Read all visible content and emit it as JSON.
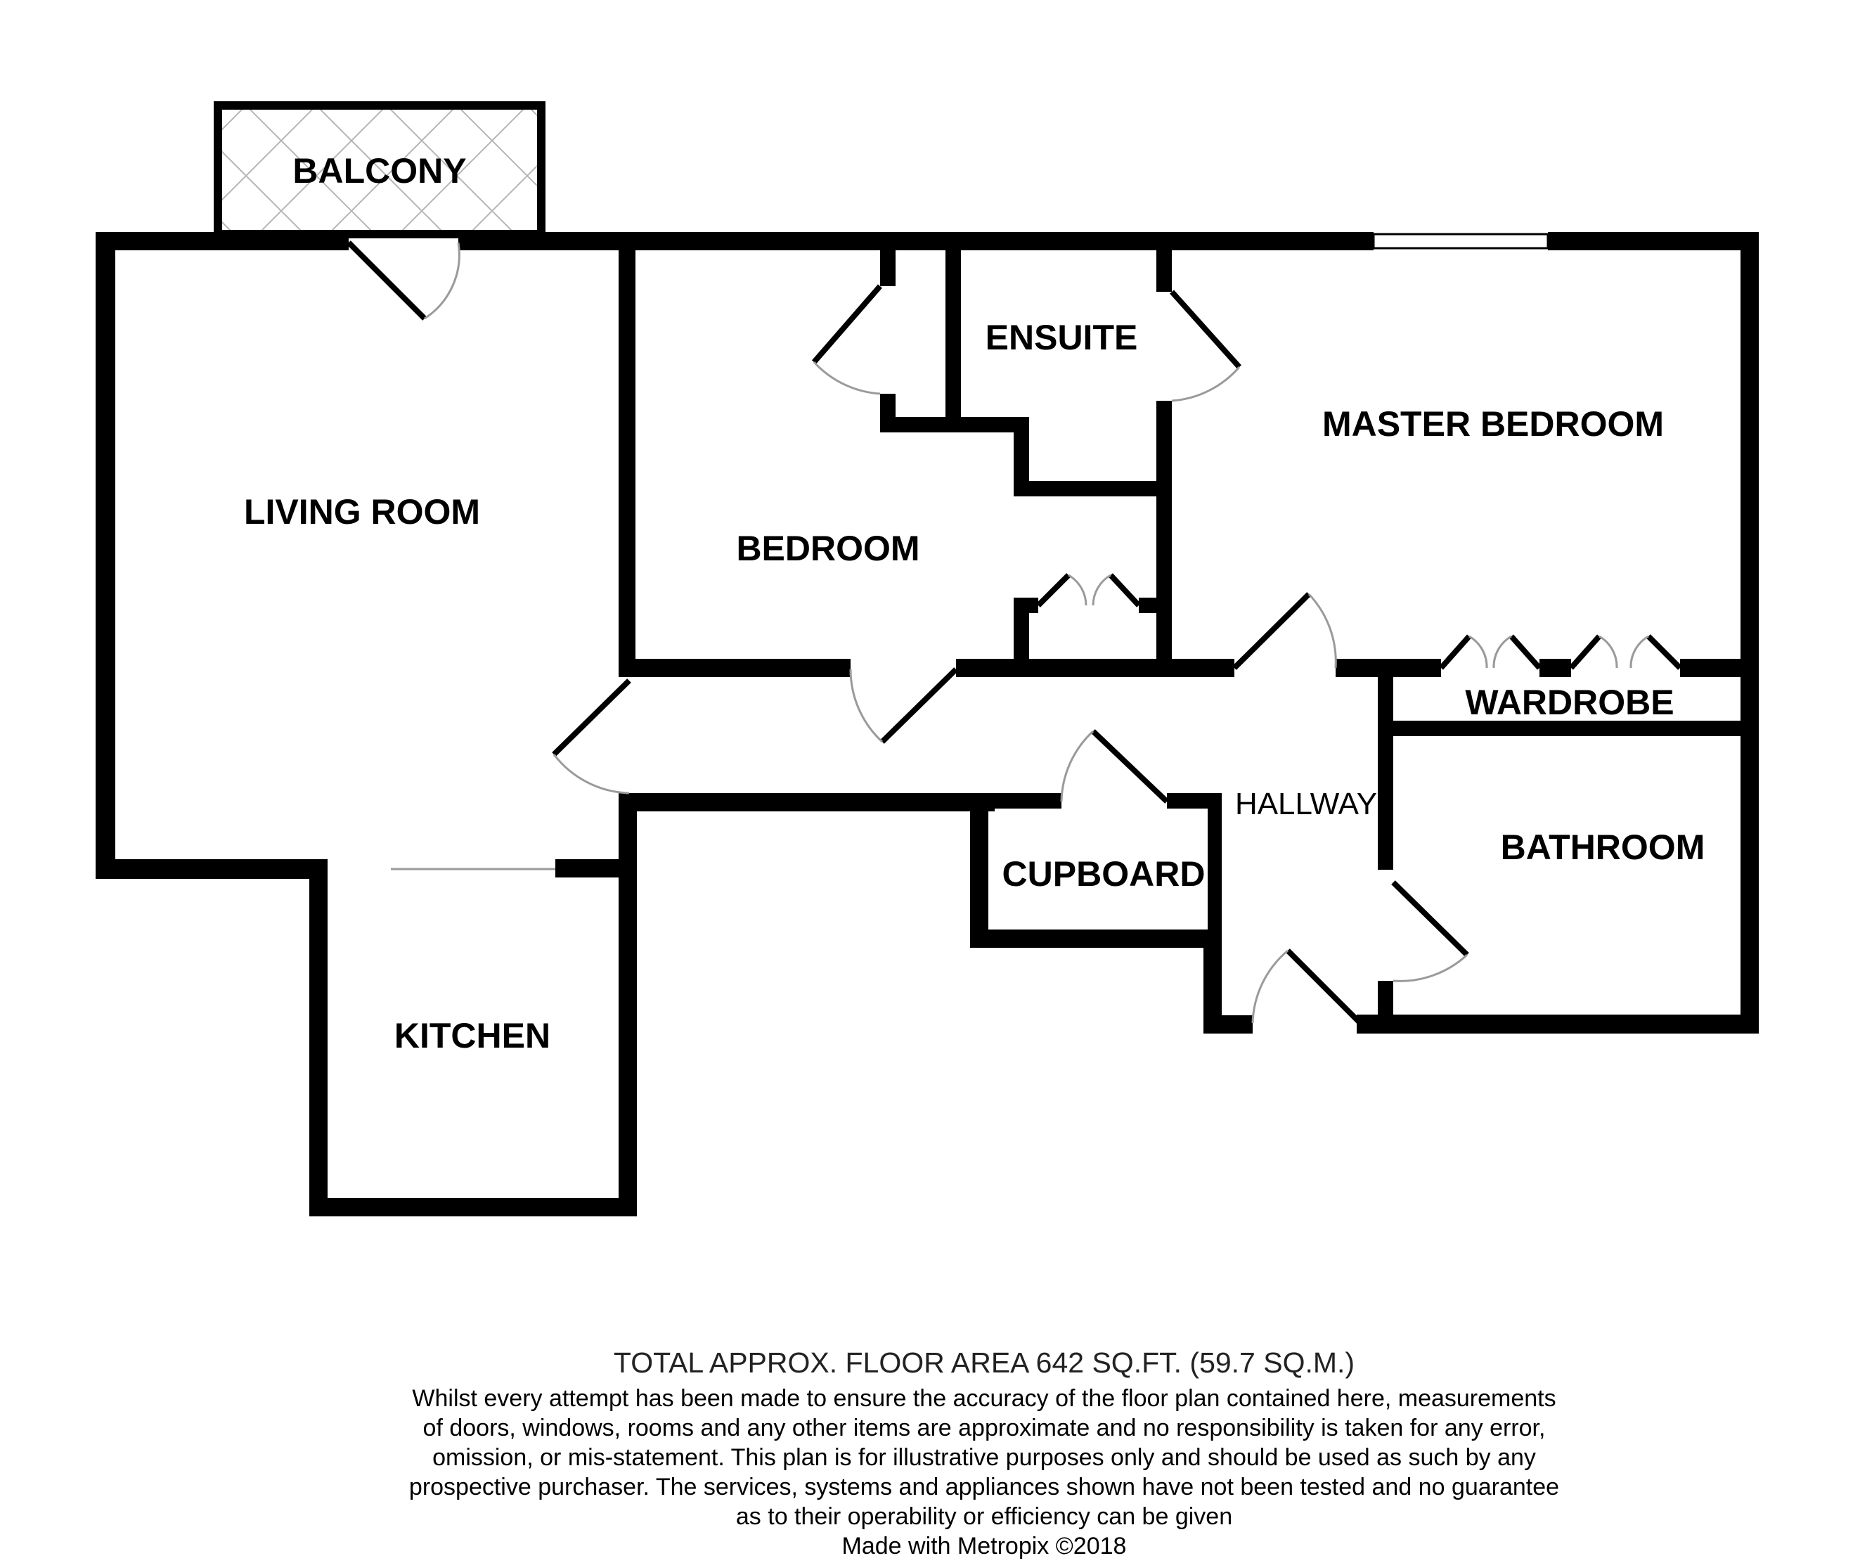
{
  "rooms": {
    "balcony": "BALCONY",
    "living_room": "LIVING ROOM",
    "kitchen": "KITCHEN",
    "bedroom": "BEDROOM",
    "ensuite": "ENSUITE",
    "master_bedroom": "MASTER BEDROOM",
    "wardrobe": "WARDROBE",
    "hallway": "HALLWAY",
    "cupboard": "CUPBOARD",
    "bathroom": "BATHROOM"
  },
  "footer": {
    "area": "TOTAL APPROX. FLOOR AREA 642 SQ.FT. (59.7 SQ.M.)",
    "disclaimer": [
      "Whilst every attempt has been made to ensure the accuracy of the floor plan contained here, measurements",
      "of doors, windows, rooms and any other items are approximate and no responsibility is taken for any error,",
      "omission, or mis-statement. This plan is for illustrative purposes only and should be used as such by any",
      "prospective purchaser. The services, systems and appliances shown have not been tested and no guarantee",
      "as to their operability or efficiency can be given"
    ],
    "credit": "Made with Metropix ©2018"
  },
  "colors": {
    "wall": "#000000",
    "door_arc": "#9a9a9a",
    "balcony_hatch": "#b5b5b5"
  }
}
